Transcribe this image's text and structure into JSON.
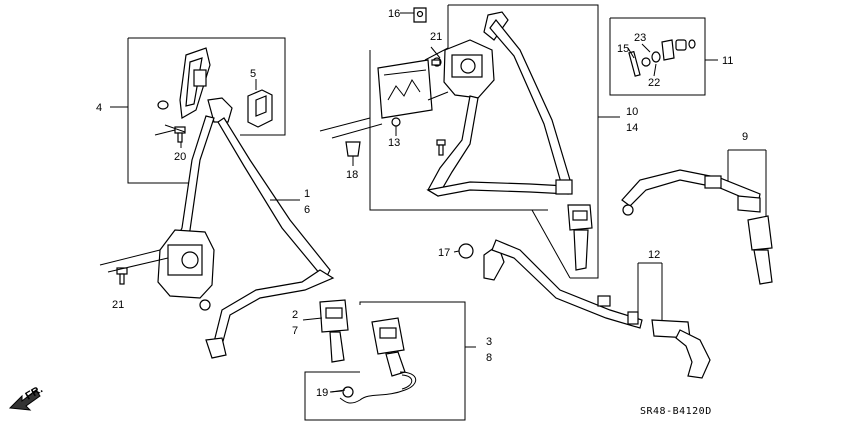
{
  "callouts": {
    "c1": "1",
    "c2": "2",
    "c3": "3",
    "c4": "4",
    "c5": "5",
    "c6": "6",
    "c7": "7",
    "c8": "8",
    "c9": "9",
    "c10": "10",
    "c11": "11",
    "c12": "12",
    "c13": "13",
    "c14": "14",
    "c15": "15",
    "c16": "16",
    "c17": "17",
    "c18": "18",
    "c19": "19",
    "c20": "20",
    "c21a": "21",
    "c21b": "21",
    "c22": "22",
    "c23": "23"
  },
  "diagram_code": "SR48-B4120D",
  "direction_label": "FR."
}
